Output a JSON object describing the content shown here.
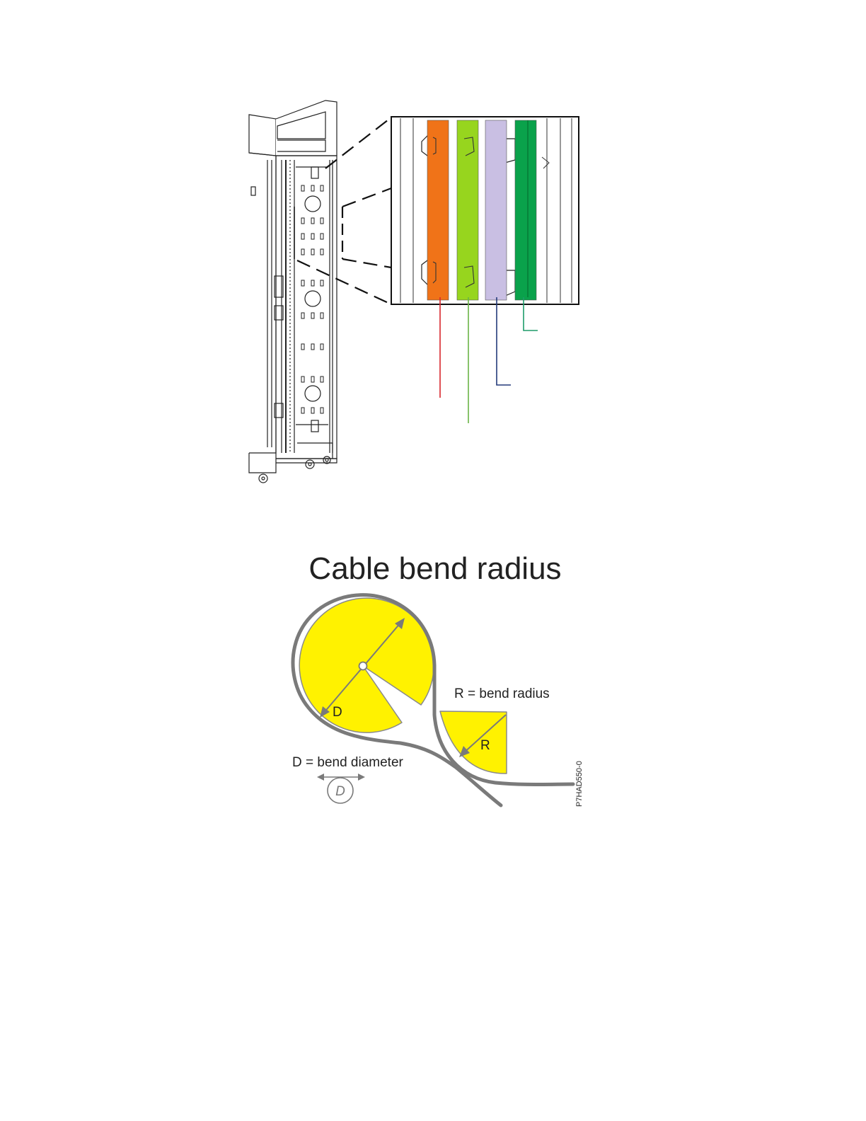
{
  "bend_diagram": {
    "title": "Cable bend radius",
    "radius_legend": "R = bend radius",
    "diameter_legend": "D = bend diameter",
    "diameter_letter": "D",
    "radius_letter": "R",
    "diameter_symbol": "D",
    "figure_id": "P7HAD550-0"
  },
  "colors": {
    "strip_orange": "#f07318",
    "strip_light_green": "#97d51e",
    "strip_lavender": "#c9bfe3",
    "strip_dark_green": "#0aa24b",
    "leader_red": "#d9262c",
    "leader_green": "#6ab446",
    "leader_navy": "#233a7a",
    "leader_teal": "#1e9c6a",
    "sector_fill": "#fff200",
    "cable_gray": "#7a7a7a"
  }
}
